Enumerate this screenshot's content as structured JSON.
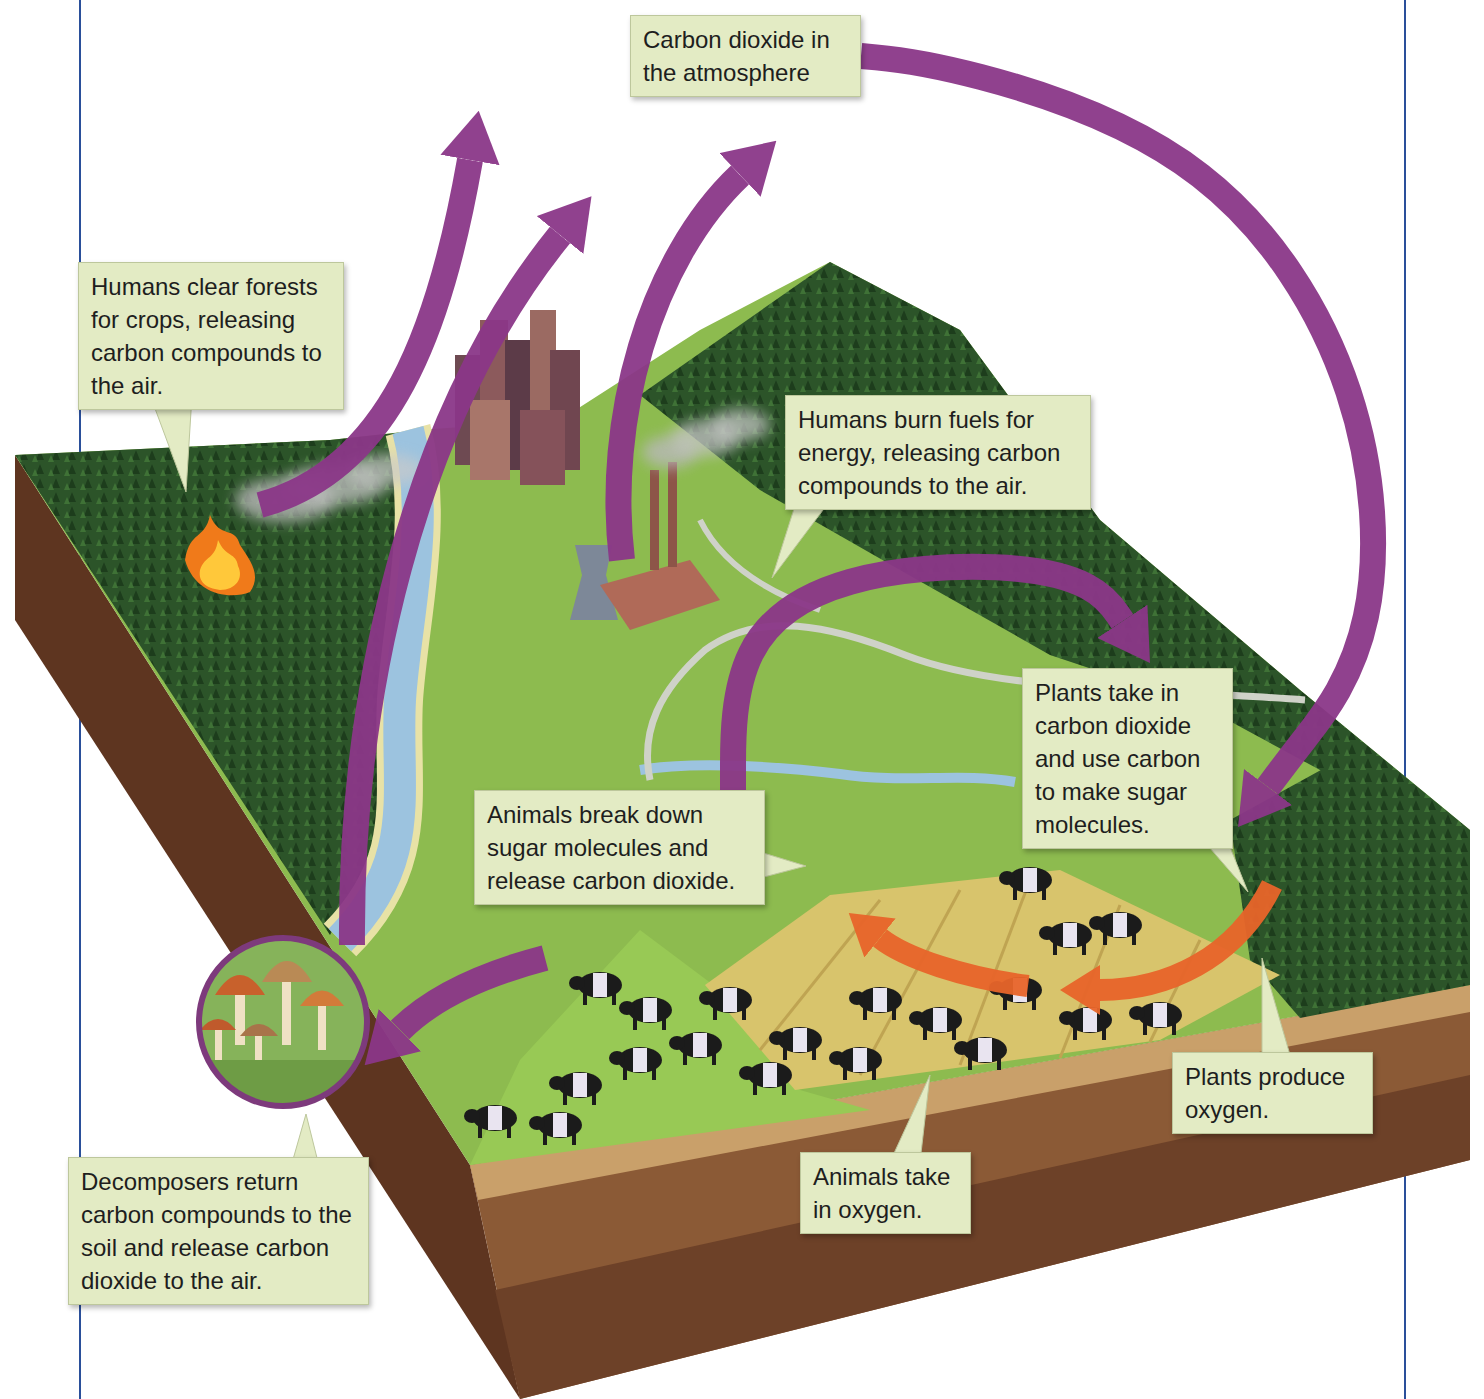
{
  "diagram": {
    "nodes": [
      {
        "text": [
          "Carbon dioxide in the atmosphere"
        ]
      },
      {
        "text": [
          "Humans clear forests for crops, releasing carbon compounds to the air."
        ]
      },
      {
        "text": [
          "Humans burn fuels for energy, releasing carbon compounds to the air."
        ]
      },
      {
        "text": [
          "Plants take in carbon dioxide and use carbon to make sugar molecules."
        ]
      },
      {
        "text": [
          "Animals break down sugar molecules and release carbon dioxide."
        ]
      },
      {
        "text": [
          "Plants produce oxygen."
        ]
      },
      {
        "text": [
          "Animals take in oxygen."
        ]
      },
      {
        "text": [
          "Decomposers return carbon compounds to the soil and release carbon dioxide to the air."
        ]
      }
    ],
    "edges": [
      {
        "from": 0,
        "to": 3,
        "arrow": "to"
      },
      {
        "from": 4,
        "to": 3,
        "arrow": "to"
      }
    ]
  }
}
